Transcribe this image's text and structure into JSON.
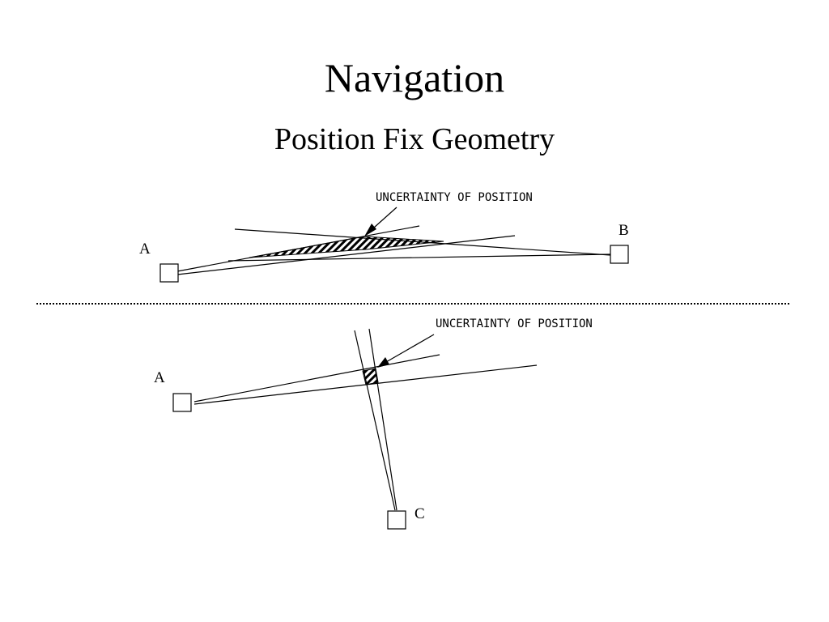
{
  "slide": {
    "title": "Navigation",
    "subtitle": "Position Fix Geometry"
  },
  "top_diagram": {
    "callout": "UNCERTAINTY OF POSITION",
    "station_left": "A",
    "station_right": "B"
  },
  "bottom_diagram": {
    "callout": "UNCERTAINTY OF POSITION",
    "station_left": "A",
    "station_bottom": "C"
  }
}
